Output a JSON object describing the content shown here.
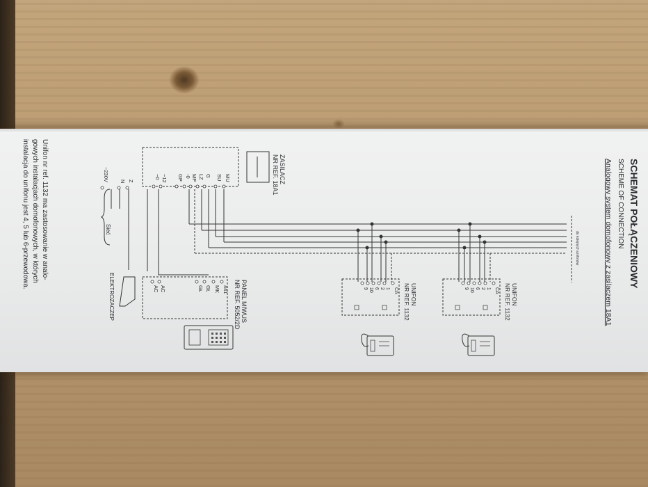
{
  "title": "SCHEMAT POŁĄCZENIOWY",
  "subtitle": "SCHEME OF CONNECTION",
  "system_line": "Analogowy system domofonowy z zasilaczem 18A1",
  "to_next_note": "do kolejnych unifonów",
  "power_supply": {
    "name": "ZASILACZ",
    "ref": "NR REF. 18A1",
    "terminals": [
      "MU",
      "SU",
      "G",
      "LZ",
      "MP",
      "-0",
      "GP",
      "~12",
      "~0"
    ]
  },
  "mains": {
    "terminals": [
      "Z",
      "N",
      "~230V"
    ],
    "label": "Sieć"
  },
  "door_panel": {
    "name": "PANEL MIWUS",
    "ref": "NR REF. 5052/2D",
    "terminals": [
      "441",
      "MK",
      "GŁ",
      "GŁ",
      "AC",
      "AC"
    ]
  },
  "lock_label": "ELEKTROZACZEP",
  "handsets": [
    {
      "name": "UNIFON",
      "ref": "NR REF. 1132",
      "terminals": [
        "CA",
        "1",
        "2",
        "6",
        "10",
        "9"
      ]
    },
    {
      "name": "UNIFON",
      "ref": "NR REF. 1132",
      "terminals": [
        "CA",
        "1",
        "2",
        "6",
        "10",
        "9"
      ]
    }
  ],
  "footnote": [
    "Unifon nr ref. 1132 ma zastosowanie w analo-",
    "gowych instalacjach domofonowych, w których",
    "instalacja do unifonu jest 4, 5 lub 6-przewodowa."
  ]
}
